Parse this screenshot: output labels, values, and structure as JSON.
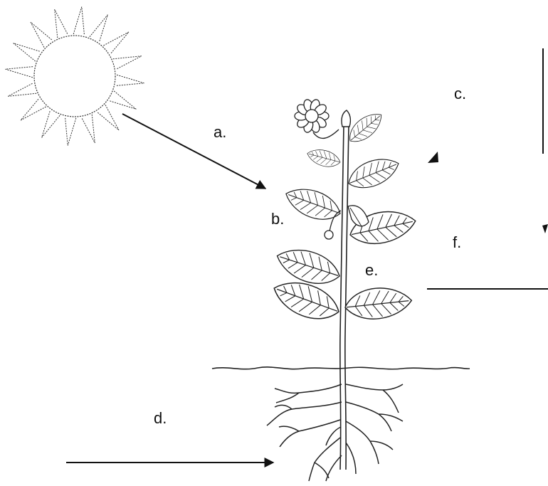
{
  "diagram": {
    "labels": {
      "a": "a.",
      "b": "b.",
      "c": "c.",
      "d": "d.",
      "e": "e.",
      "f": "f."
    },
    "colors": {
      "ink": "#111111",
      "background": "#ffffff"
    },
    "elements": [
      "sun-icon",
      "plant-icon",
      "flower-icon",
      "leaf-icon",
      "root-icon",
      "soil-line",
      "arrow"
    ]
  }
}
